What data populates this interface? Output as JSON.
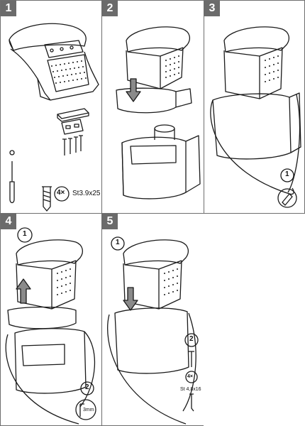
{
  "steps": [
    {
      "number": "1"
    },
    {
      "number": "2"
    },
    {
      "number": "3"
    },
    {
      "number": "4"
    },
    {
      "number": "5"
    }
  ],
  "step1": {
    "screw_count": "4×",
    "screw_spec": "St3.9x25"
  },
  "step3": {
    "callout": "1"
  },
  "step4": {
    "callout_1": "1",
    "callout_2": "2",
    "drill_size": "3mm"
  },
  "step5": {
    "callout_1": "1",
    "callout_2": "2",
    "screw_count": "4×",
    "screw_spec": "St 4,8x16"
  },
  "colors": {
    "badge": "#6b6b6b",
    "line": "#1a1a1a",
    "border": "#6e6e6e"
  }
}
